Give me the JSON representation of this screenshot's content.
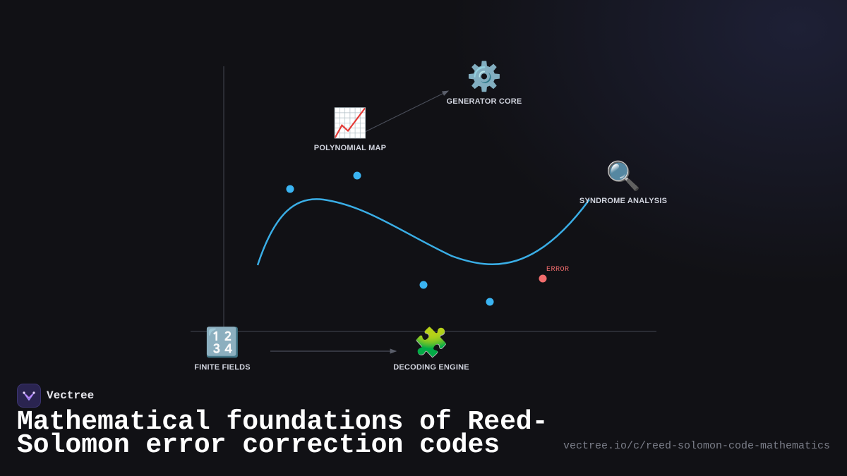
{
  "nodes": {
    "generator_core": {
      "icon": "⚙️",
      "icon_name": "gear-icon",
      "label": "GENERATOR CORE"
    },
    "polynomial_map": {
      "icon": "📈",
      "icon_name": "chart-increasing-icon",
      "label": "POLYNOMIAL MAP"
    },
    "syndrome_analysis": {
      "icon": "🔍",
      "icon_name": "magnifying-glass-icon",
      "label": "SYNDROME ANALYSIS"
    },
    "finite_fields": {
      "icon": "🔢",
      "icon_name": "numbers-icon",
      "label": "FINITE FIELDS"
    },
    "decoding_engine": {
      "icon": "🧩",
      "icon_name": "puzzle-piece-icon",
      "label": "DECODING ENGINE"
    }
  },
  "error_label": "ERROR",
  "colors": {
    "curve": "#3aaee6",
    "point": "#3ab4f2",
    "error": "#f26d6d",
    "background": "#111115"
  },
  "brand": {
    "name": "Vectree",
    "logo_icon": "vectree-logo-icon"
  },
  "title": "Mathematical foundations of Reed-Solomon error correction codes",
  "url": "vectree.io/c/reed-solomon-code-mathematics"
}
